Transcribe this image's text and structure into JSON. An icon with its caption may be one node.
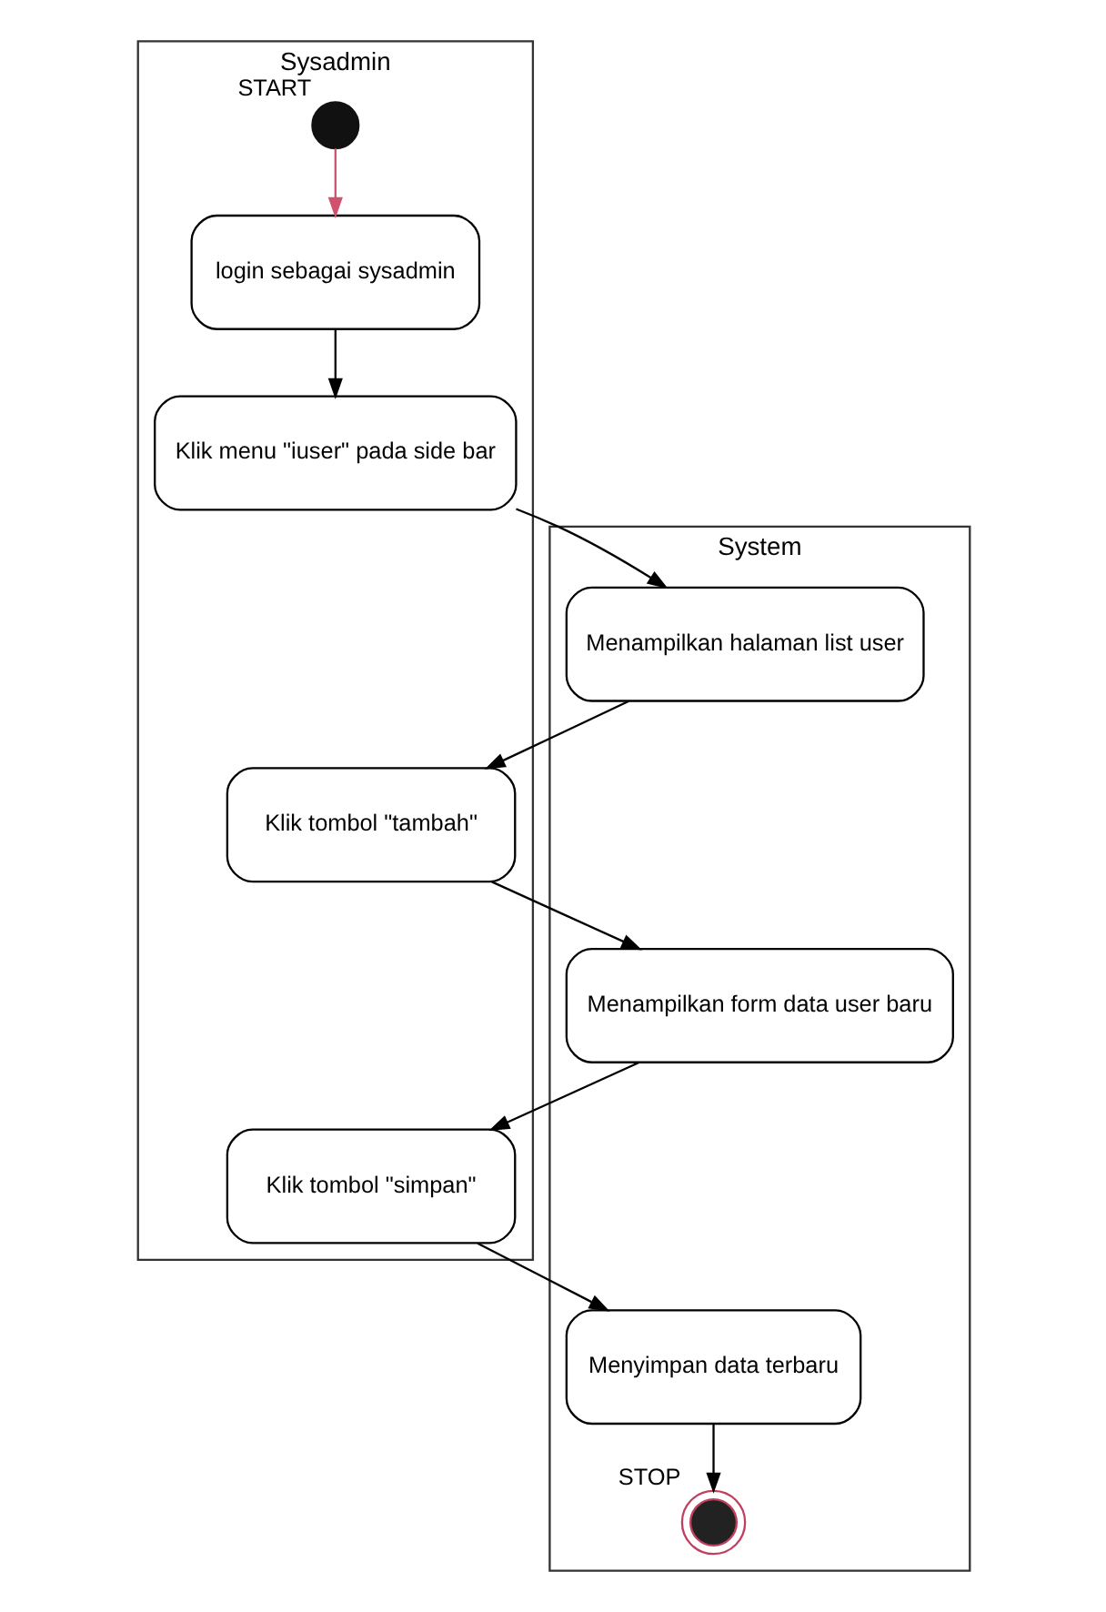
{
  "diagram": {
    "nodes": [
      {
        "text": [
          "Sysadmin"
        ]
      },
      {
        "text": [
          "System"
        ]
      },
      {
        "text": [],
        "shape": "circle",
        "in": 0,
        "beside": [
          "START"
        ]
      },
      {
        "text": [
          "login sebagai sysadmin"
        ],
        "in": 0
      },
      {
        "text": [
          "Klik menu \"iuser\" pada side bar"
        ],
        "in": 0
      },
      {
        "text": [
          "Menampilkan halaman list user"
        ],
        "in": 1
      },
      {
        "text": [
          "Klik tombol \"tambah\""
        ],
        "in": 0
      },
      {
        "text": [
          "Menampilkan form data user baru"
        ],
        "in": 1
      },
      {
        "text": [
          "Klik tombol \"simpan\""
        ],
        "in": 0
      },
      {
        "text": [
          "Menyimpan data terbaru"
        ],
        "in": 1
      },
      {
        "text": [],
        "shape": "circle",
        "in": 1,
        "beside": [
          "STOP"
        ]
      }
    ],
    "edges": [
      {
        "from": 2,
        "to": 3,
        "arrow": "to",
        "color": "#d05070"
      },
      {
        "from": 3,
        "to": 4,
        "arrow": "to"
      },
      {
        "from": 4,
        "to": 5,
        "arrow": "to"
      },
      {
        "from": 5,
        "to": 6,
        "arrow": "to"
      },
      {
        "from": 6,
        "to": 7,
        "arrow": "to"
      },
      {
        "from": 7,
        "to": 8,
        "arrow": "to"
      },
      {
        "from": 8,
        "to": 9,
        "arrow": "to"
      },
      {
        "from": 9,
        "to": 10,
        "arrow": "to"
      }
    ]
  }
}
